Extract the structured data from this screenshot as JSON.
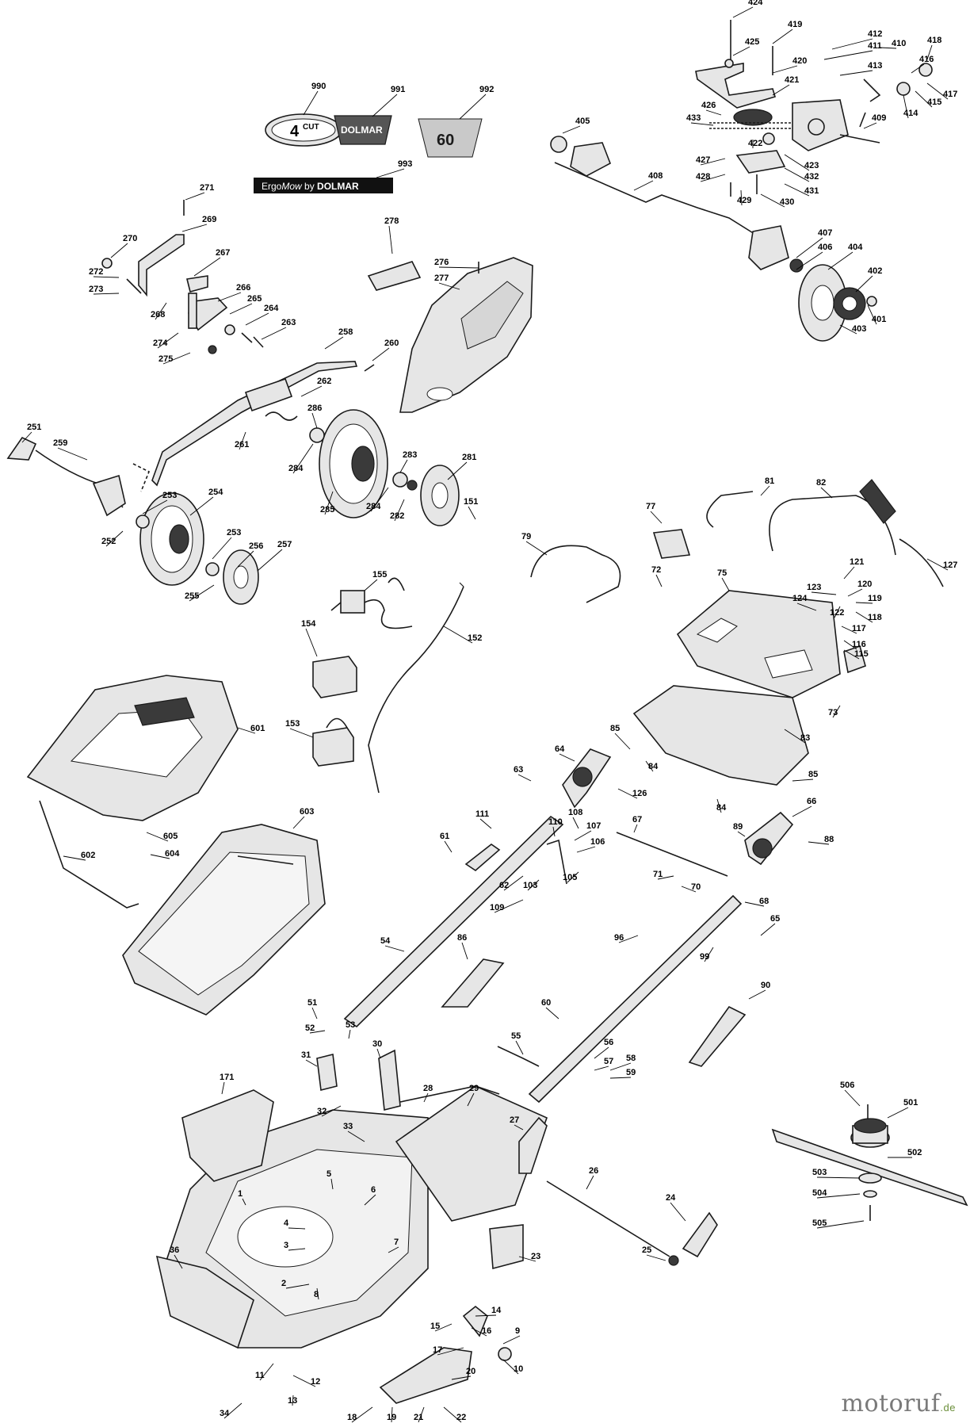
{
  "decals": {
    "d990": {
      "number": "990",
      "line1": "4",
      "line2": "CUT"
    },
    "d991": {
      "number": "991",
      "text": "DOLMAR"
    },
    "d992": {
      "number": "992",
      "text": "60"
    },
    "d993": {
      "number": "993",
      "part1": "Ergo",
      "part2": "Mow",
      "part3": " by ",
      "part4": "DOLMAR"
    }
  },
  "watermark": {
    "brand": "motoruf",
    "tld": ".de"
  },
  "callouts": [
    {
      "id": "c424",
      "label": "424"
    },
    {
      "id": "c419",
      "label": "419"
    },
    {
      "id": "c425",
      "label": "425"
    },
    {
      "id": "c412",
      "label": "412"
    },
    {
      "id": "c411",
      "label": "411"
    },
    {
      "id": "c410",
      "label": "410"
    },
    {
      "id": "c418",
      "label": "418"
    },
    {
      "id": "c420",
      "label": "420"
    },
    {
      "id": "c413",
      "label": "413"
    },
    {
      "id": "c416",
      "label": "416"
    },
    {
      "id": "c417",
      "label": "417"
    },
    {
      "id": "c421",
      "label": "421"
    },
    {
      "id": "c415",
      "label": "415"
    },
    {
      "id": "c414",
      "label": "414"
    },
    {
      "id": "c426",
      "label": "426"
    },
    {
      "id": "c433",
      "label": "433"
    },
    {
      "id": "c409",
      "label": "409"
    },
    {
      "id": "c405",
      "label": "405"
    },
    {
      "id": "c422",
      "label": "422"
    },
    {
      "id": "c427",
      "label": "427"
    },
    {
      "id": "c423",
      "label": "423"
    },
    {
      "id": "c428",
      "label": "428"
    },
    {
      "id": "c432",
      "label": "432"
    },
    {
      "id": "c408",
      "label": "408"
    },
    {
      "id": "c431",
      "label": "431"
    },
    {
      "id": "c429",
      "label": "429"
    },
    {
      "id": "c430",
      "label": "430"
    },
    {
      "id": "c407",
      "label": "407"
    },
    {
      "id": "c406",
      "label": "406"
    },
    {
      "id": "c404",
      "label": "404"
    },
    {
      "id": "c402",
      "label": "402"
    },
    {
      "id": "c401",
      "label": "401"
    },
    {
      "id": "c403",
      "label": "403"
    },
    {
      "id": "c271",
      "label": "271"
    },
    {
      "id": "c269",
      "label": "269"
    },
    {
      "id": "c270",
      "label": "270"
    },
    {
      "id": "c267",
      "label": "267"
    },
    {
      "id": "c278",
      "label": "278"
    },
    {
      "id": "c272",
      "label": "272"
    },
    {
      "id": "c273",
      "label": "273"
    },
    {
      "id": "c268",
      "label": "268"
    },
    {
      "id": "c266",
      "label": "266"
    },
    {
      "id": "c265",
      "label": "265"
    },
    {
      "id": "c264",
      "label": "264"
    },
    {
      "id": "c263",
      "label": "263"
    },
    {
      "id": "c274",
      "label": "274"
    },
    {
      "id": "c276",
      "label": "276"
    },
    {
      "id": "c277",
      "label": "277"
    },
    {
      "id": "c275",
      "label": "275"
    },
    {
      "id": "c258",
      "label": "258"
    },
    {
      "id": "c260",
      "label": "260"
    },
    {
      "id": "c262",
      "label": "262"
    },
    {
      "id": "c286",
      "label": "286"
    },
    {
      "id": "c261",
      "label": "261"
    },
    {
      "id": "c251",
      "label": "251"
    },
    {
      "id": "c259",
      "label": "259"
    },
    {
      "id": "c284a",
      "label": "284"
    },
    {
      "id": "c283",
      "label": "283"
    },
    {
      "id": "c281",
      "label": "281"
    },
    {
      "id": "c285",
      "label": "285"
    },
    {
      "id": "c284b",
      "label": "284"
    },
    {
      "id": "c282",
      "label": "282"
    },
    {
      "id": "c151",
      "label": "151"
    },
    {
      "id": "c253a",
      "label": "253"
    },
    {
      "id": "c254",
      "label": "254"
    },
    {
      "id": "c252",
      "label": "252"
    },
    {
      "id": "c253b",
      "label": "253"
    },
    {
      "id": "c256",
      "label": "256"
    },
    {
      "id": "c257",
      "label": "257"
    },
    {
      "id": "c255",
      "label": "255"
    },
    {
      "id": "c81",
      "label": "81"
    },
    {
      "id": "c82",
      "label": "82"
    },
    {
      "id": "c77",
      "label": "77"
    },
    {
      "id": "c79",
      "label": "79"
    },
    {
      "id": "c127",
      "label": "127"
    },
    {
      "id": "c121",
      "label": "121"
    },
    {
      "id": "c155",
      "label": "155"
    },
    {
      "id": "c72",
      "label": "72"
    },
    {
      "id": "c75",
      "label": "75"
    },
    {
      "id": "c123",
      "label": "123"
    },
    {
      "id": "c120",
      "label": "120"
    },
    {
      "id": "c119",
      "label": "119"
    },
    {
      "id": "c124",
      "label": "124"
    },
    {
      "id": "c122",
      "label": "122"
    },
    {
      "id": "c118",
      "label": "118"
    },
    {
      "id": "c154",
      "label": "154"
    },
    {
      "id": "c152",
      "label": "152"
    },
    {
      "id": "c117",
      "label": "117"
    },
    {
      "id": "c116",
      "label": "116"
    },
    {
      "id": "c115",
      "label": "115"
    },
    {
      "id": "c601",
      "label": "601"
    },
    {
      "id": "c153",
      "label": "153"
    },
    {
      "id": "c73",
      "label": "73"
    },
    {
      "id": "c85a",
      "label": "85"
    },
    {
      "id": "c83",
      "label": "83"
    },
    {
      "id": "c64",
      "label": "64"
    },
    {
      "id": "c63",
      "label": "63"
    },
    {
      "id": "c84a",
      "label": "84"
    },
    {
      "id": "c85b",
      "label": "85"
    },
    {
      "id": "c126",
      "label": "126"
    },
    {
      "id": "c84b",
      "label": "84"
    },
    {
      "id": "c66",
      "label": "66"
    },
    {
      "id": "c603",
      "label": "603"
    },
    {
      "id": "c111",
      "label": "111"
    },
    {
      "id": "c110",
      "label": "110"
    },
    {
      "id": "c108",
      "label": "108"
    },
    {
      "id": "c67",
      "label": "67"
    },
    {
      "id": "c89",
      "label": "89"
    },
    {
      "id": "c88",
      "label": "88"
    },
    {
      "id": "c605",
      "label": "605"
    },
    {
      "id": "c61",
      "label": "61"
    },
    {
      "id": "c107",
      "label": "107"
    },
    {
      "id": "c106",
      "label": "106"
    },
    {
      "id": "c602",
      "label": "602"
    },
    {
      "id": "c604",
      "label": "604"
    },
    {
      "id": "c62",
      "label": "62"
    },
    {
      "id": "c103",
      "label": "103"
    },
    {
      "id": "c105",
      "label": "105"
    },
    {
      "id": "c71",
      "label": "71"
    },
    {
      "id": "c70",
      "label": "70"
    },
    {
      "id": "c68",
      "label": "68"
    },
    {
      "id": "c109",
      "label": "109"
    },
    {
      "id": "c65",
      "label": "65"
    },
    {
      "id": "c96",
      "label": "96"
    },
    {
      "id": "c54",
      "label": "54"
    },
    {
      "id": "c86",
      "label": "86"
    },
    {
      "id": "c99",
      "label": "99"
    },
    {
      "id": "c90",
      "label": "90"
    },
    {
      "id": "c51",
      "label": "51"
    },
    {
      "id": "c60",
      "label": "60"
    },
    {
      "id": "c52",
      "label": "52"
    },
    {
      "id": "c53",
      "label": "53"
    },
    {
      "id": "c55",
      "label": "55"
    },
    {
      "id": "c31",
      "label": "31"
    },
    {
      "id": "c30",
      "label": "30"
    },
    {
      "id": "c56",
      "label": "56"
    },
    {
      "id": "c57",
      "label": "57"
    },
    {
      "id": "c58",
      "label": "58"
    },
    {
      "id": "c59",
      "label": "59"
    },
    {
      "id": "c171",
      "label": "171"
    },
    {
      "id": "c28",
      "label": "28"
    },
    {
      "id": "c29",
      "label": "29"
    },
    {
      "id": "c506",
      "label": "506"
    },
    {
      "id": "c501",
      "label": "501"
    },
    {
      "id": "c32",
      "label": "32"
    },
    {
      "id": "c27",
      "label": "27"
    },
    {
      "id": "c33",
      "label": "33"
    },
    {
      "id": "c502",
      "label": "502"
    },
    {
      "id": "c26",
      "label": "26"
    },
    {
      "id": "c503",
      "label": "503"
    },
    {
      "id": "c504",
      "label": "504"
    },
    {
      "id": "c5",
      "label": "5"
    },
    {
      "id": "c6",
      "label": "6"
    },
    {
      "id": "c1",
      "label": "1"
    },
    {
      "id": "c24",
      "label": "24"
    },
    {
      "id": "c505",
      "label": "505"
    },
    {
      "id": "c4",
      "label": "4"
    },
    {
      "id": "c25",
      "label": "25"
    },
    {
      "id": "c36",
      "label": "36"
    },
    {
      "id": "c3",
      "label": "3"
    },
    {
      "id": "c7",
      "label": "7"
    },
    {
      "id": "c23",
      "label": "23"
    },
    {
      "id": "c2",
      "label": "2"
    },
    {
      "id": "c8",
      "label": "8"
    },
    {
      "id": "c14",
      "label": "14"
    },
    {
      "id": "c15",
      "label": "15"
    },
    {
      "id": "c16",
      "label": "16"
    },
    {
      "id": "c9",
      "label": "9"
    },
    {
      "id": "c17",
      "label": "17"
    },
    {
      "id": "c10",
      "label": "10"
    },
    {
      "id": "c11",
      "label": "11"
    },
    {
      "id": "c12",
      "label": "12"
    },
    {
      "id": "c13",
      "label": "13"
    },
    {
      "id": "c34",
      "label": "34"
    },
    {
      "id": "c20",
      "label": "20"
    },
    {
      "id": "c18",
      "label": "18"
    },
    {
      "id": "c19",
      "label": "19"
    },
    {
      "id": "c21",
      "label": "21"
    },
    {
      "id": "c22",
      "label": "22"
    }
  ]
}
